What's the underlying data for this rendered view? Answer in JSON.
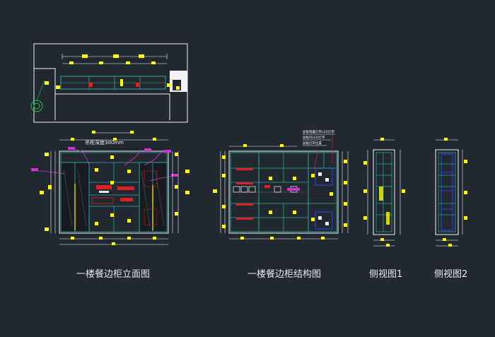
{
  "colors": {
    "background": "#212830",
    "outline": "#f2f2f2",
    "cabinet": "#29a4a0",
    "dimension": "#f2f2f2",
    "marker": "#ffff00",
    "highlight": "#e02020",
    "leader": "#cc33cc",
    "shelf_blue": "#2a3fd0",
    "door_swing": "#22c24a"
  },
  "annotations": {
    "depth_note": "吊柜深度300mm",
    "structure_note_1": "层板暗藏灯带LED灯带",
    "structure_note_2": "层板内LED灯带",
    "structure_note_3": "层板灯带位置"
  },
  "captions": {
    "elevation": "一楼餐边柜立面图",
    "structure": "一楼餐边柜结构图",
    "side_view_1": "侧视图1",
    "side_view_2": "侧视图2"
  }
}
